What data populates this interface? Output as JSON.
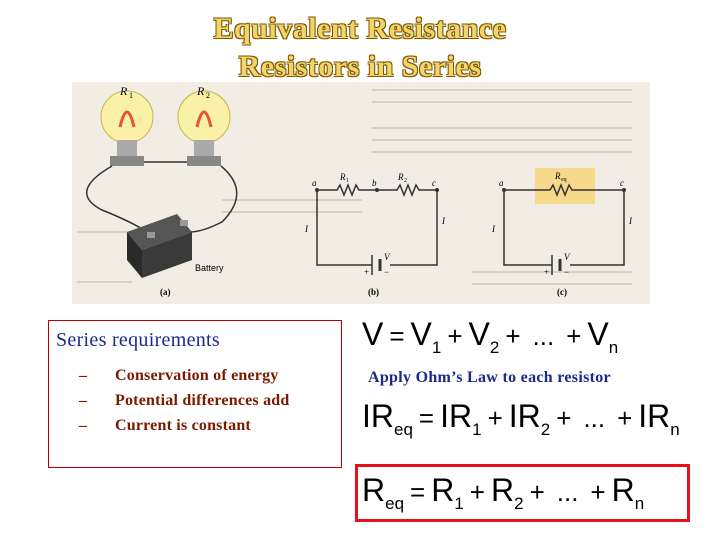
{
  "slide": {
    "title_line1": "Equivalent Resistance",
    "title_line2": "Resistors in Series"
  },
  "figure": {
    "labels": {
      "r1": "R",
      "r1_sub": "1",
      "r2": "R",
      "r2_sub": "2",
      "battery": "Battery",
      "caption_a": "(a)",
      "caption_b": "(b)",
      "caption_c": "(c)",
      "node_a": "a",
      "node_b": "b",
      "node_c": "c",
      "req": "R",
      "req_sub": "eq",
      "current": "I",
      "voltage": "V",
      "plus": "+",
      "minus": "−"
    }
  },
  "requirements": {
    "heading": "Series requirements",
    "items": [
      "Conservation of energy",
      "Potential differences add",
      "Current is constant"
    ],
    "dash": "–"
  },
  "equations": {
    "eq1": {
      "lhs": "V",
      "t1": "V",
      "s1": "1",
      "t2": "V",
      "s2": "2",
      "dots": "...",
      "tn": "V",
      "sn": "n"
    },
    "ohm_note": "Apply Ohm’s Law to each resistor",
    "eq2": {
      "lhs": "IR",
      "lhs_sub": "eq",
      "t1": "IR",
      "s1": "1",
      "t2": "IR",
      "s2": "2",
      "dots": "...",
      "tn": "IR",
      "sn": "n"
    },
    "eq3": {
      "lhs": "R",
      "lhs_sub": "eq",
      "t1": "R",
      "s1": "1",
      "t2": "R",
      "s2": "2",
      "dots": "...",
      "tn": "R",
      "sn": "n"
    },
    "eq_sign": "=",
    "plus_sign": "+"
  },
  "colors": {
    "title": "#f4d36a",
    "heading": "#1a2a8a",
    "items": "#7a1a00",
    "box_border": "#c00000",
    "result_border": "#e8101a",
    "req_highlight": "#f7d98b"
  }
}
